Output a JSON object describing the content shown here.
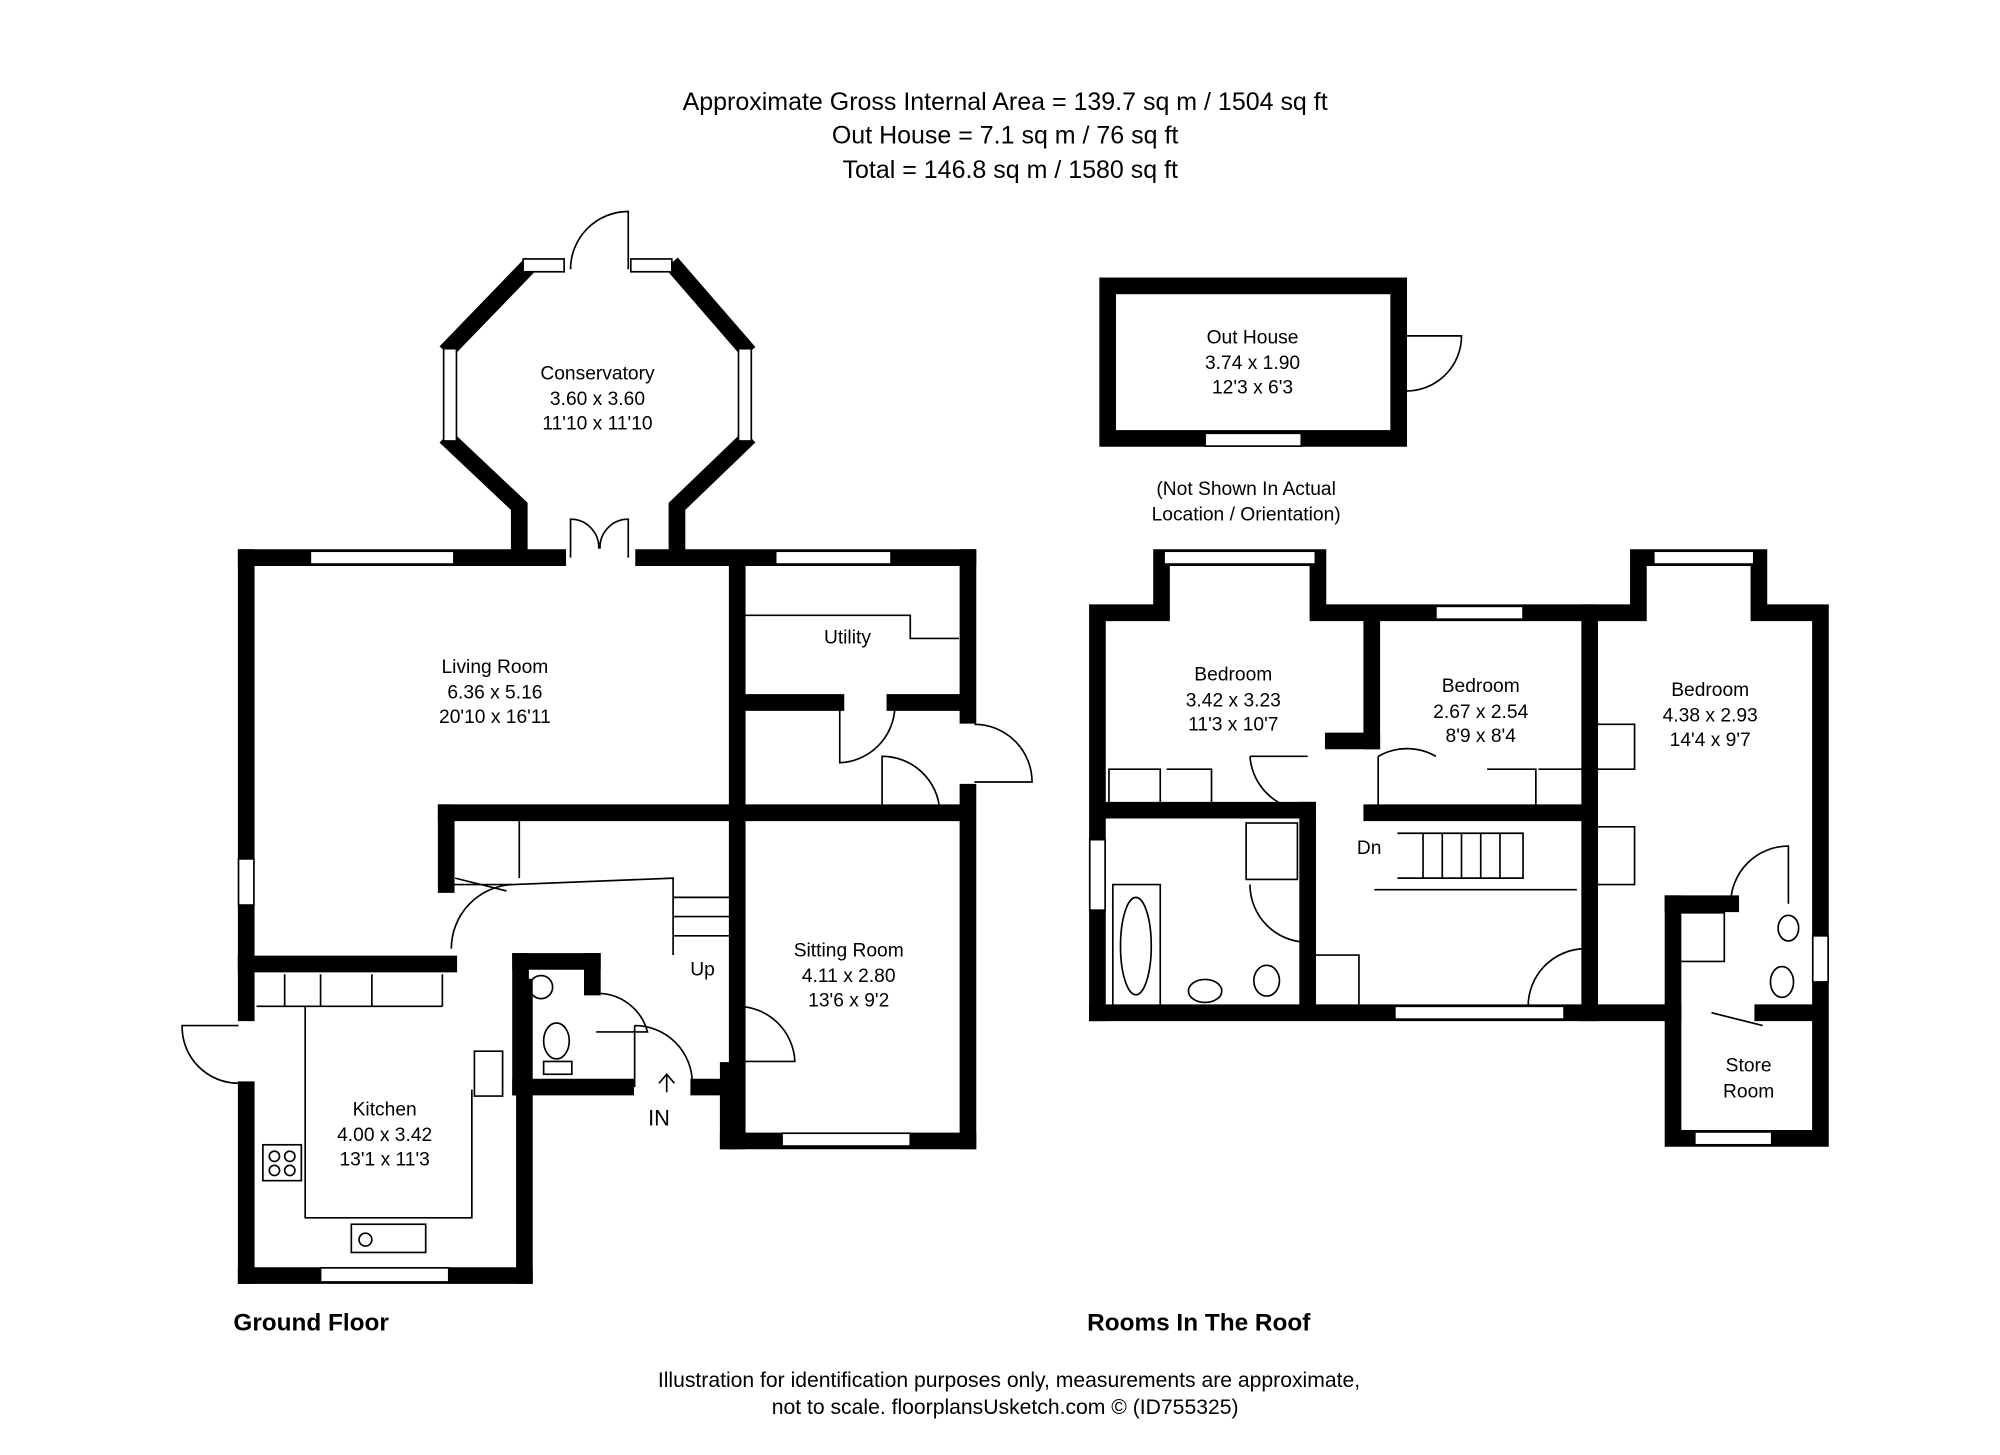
{
  "header": {
    "line1": "Approximate Gross Internal Area = 139.7 sq m / 1504 sq ft",
    "line2": "Out House = 7.1 sq m / 76 sq ft",
    "line3": "Total = 146.8 sq m / 1580 sq ft"
  },
  "ground_floor": {
    "title": "Ground Floor",
    "rooms": {
      "conservatory": {
        "name": "Conservatory",
        "metric": "3.60 x 3.60",
        "imperial": "11'10 x 11'10"
      },
      "living": {
        "name": "Living Room",
        "metric": "6.36 x 5.16",
        "imperial": "20'10 x 16'11"
      },
      "utility": {
        "name": "Utility"
      },
      "sitting": {
        "name": "Sitting Room",
        "metric": "4.11 x 2.80",
        "imperial": "13'6 x 9'2"
      },
      "kitchen": {
        "name": "Kitchen",
        "metric": "4.00 x 3.42",
        "imperial": "13'1 x 11'3"
      }
    },
    "stairs_label": "Up",
    "entrance_label": "IN"
  },
  "outhouse": {
    "name": "Out House",
    "metric": "3.74 x 1.90",
    "imperial": "12'3 x 6'3",
    "note1": "(Not Shown In Actual",
    "note2": "Location / Orientation)"
  },
  "roof": {
    "title": "Rooms In The Roof",
    "rooms": {
      "bed1": {
        "name": "Bedroom",
        "metric": "3.42 x 3.23",
        "imperial": "11'3 x 10'7"
      },
      "bed2": {
        "name": "Bedroom",
        "metric": "2.67 x 2.54",
        "imperial": "8'9 x 8'4"
      },
      "bed3": {
        "name": "Bedroom",
        "metric": "4.38 x 2.93",
        "imperial": "14'4 x 9'7"
      },
      "store": {
        "name1": "Store",
        "name2": "Room"
      }
    },
    "stairs_label": "Dn"
  },
  "footer": {
    "line1": "Illustration for identification purposes only, measurements are approximate,",
    "line2": "not to scale. floorplansUsketch.com © (ID755325)"
  }
}
